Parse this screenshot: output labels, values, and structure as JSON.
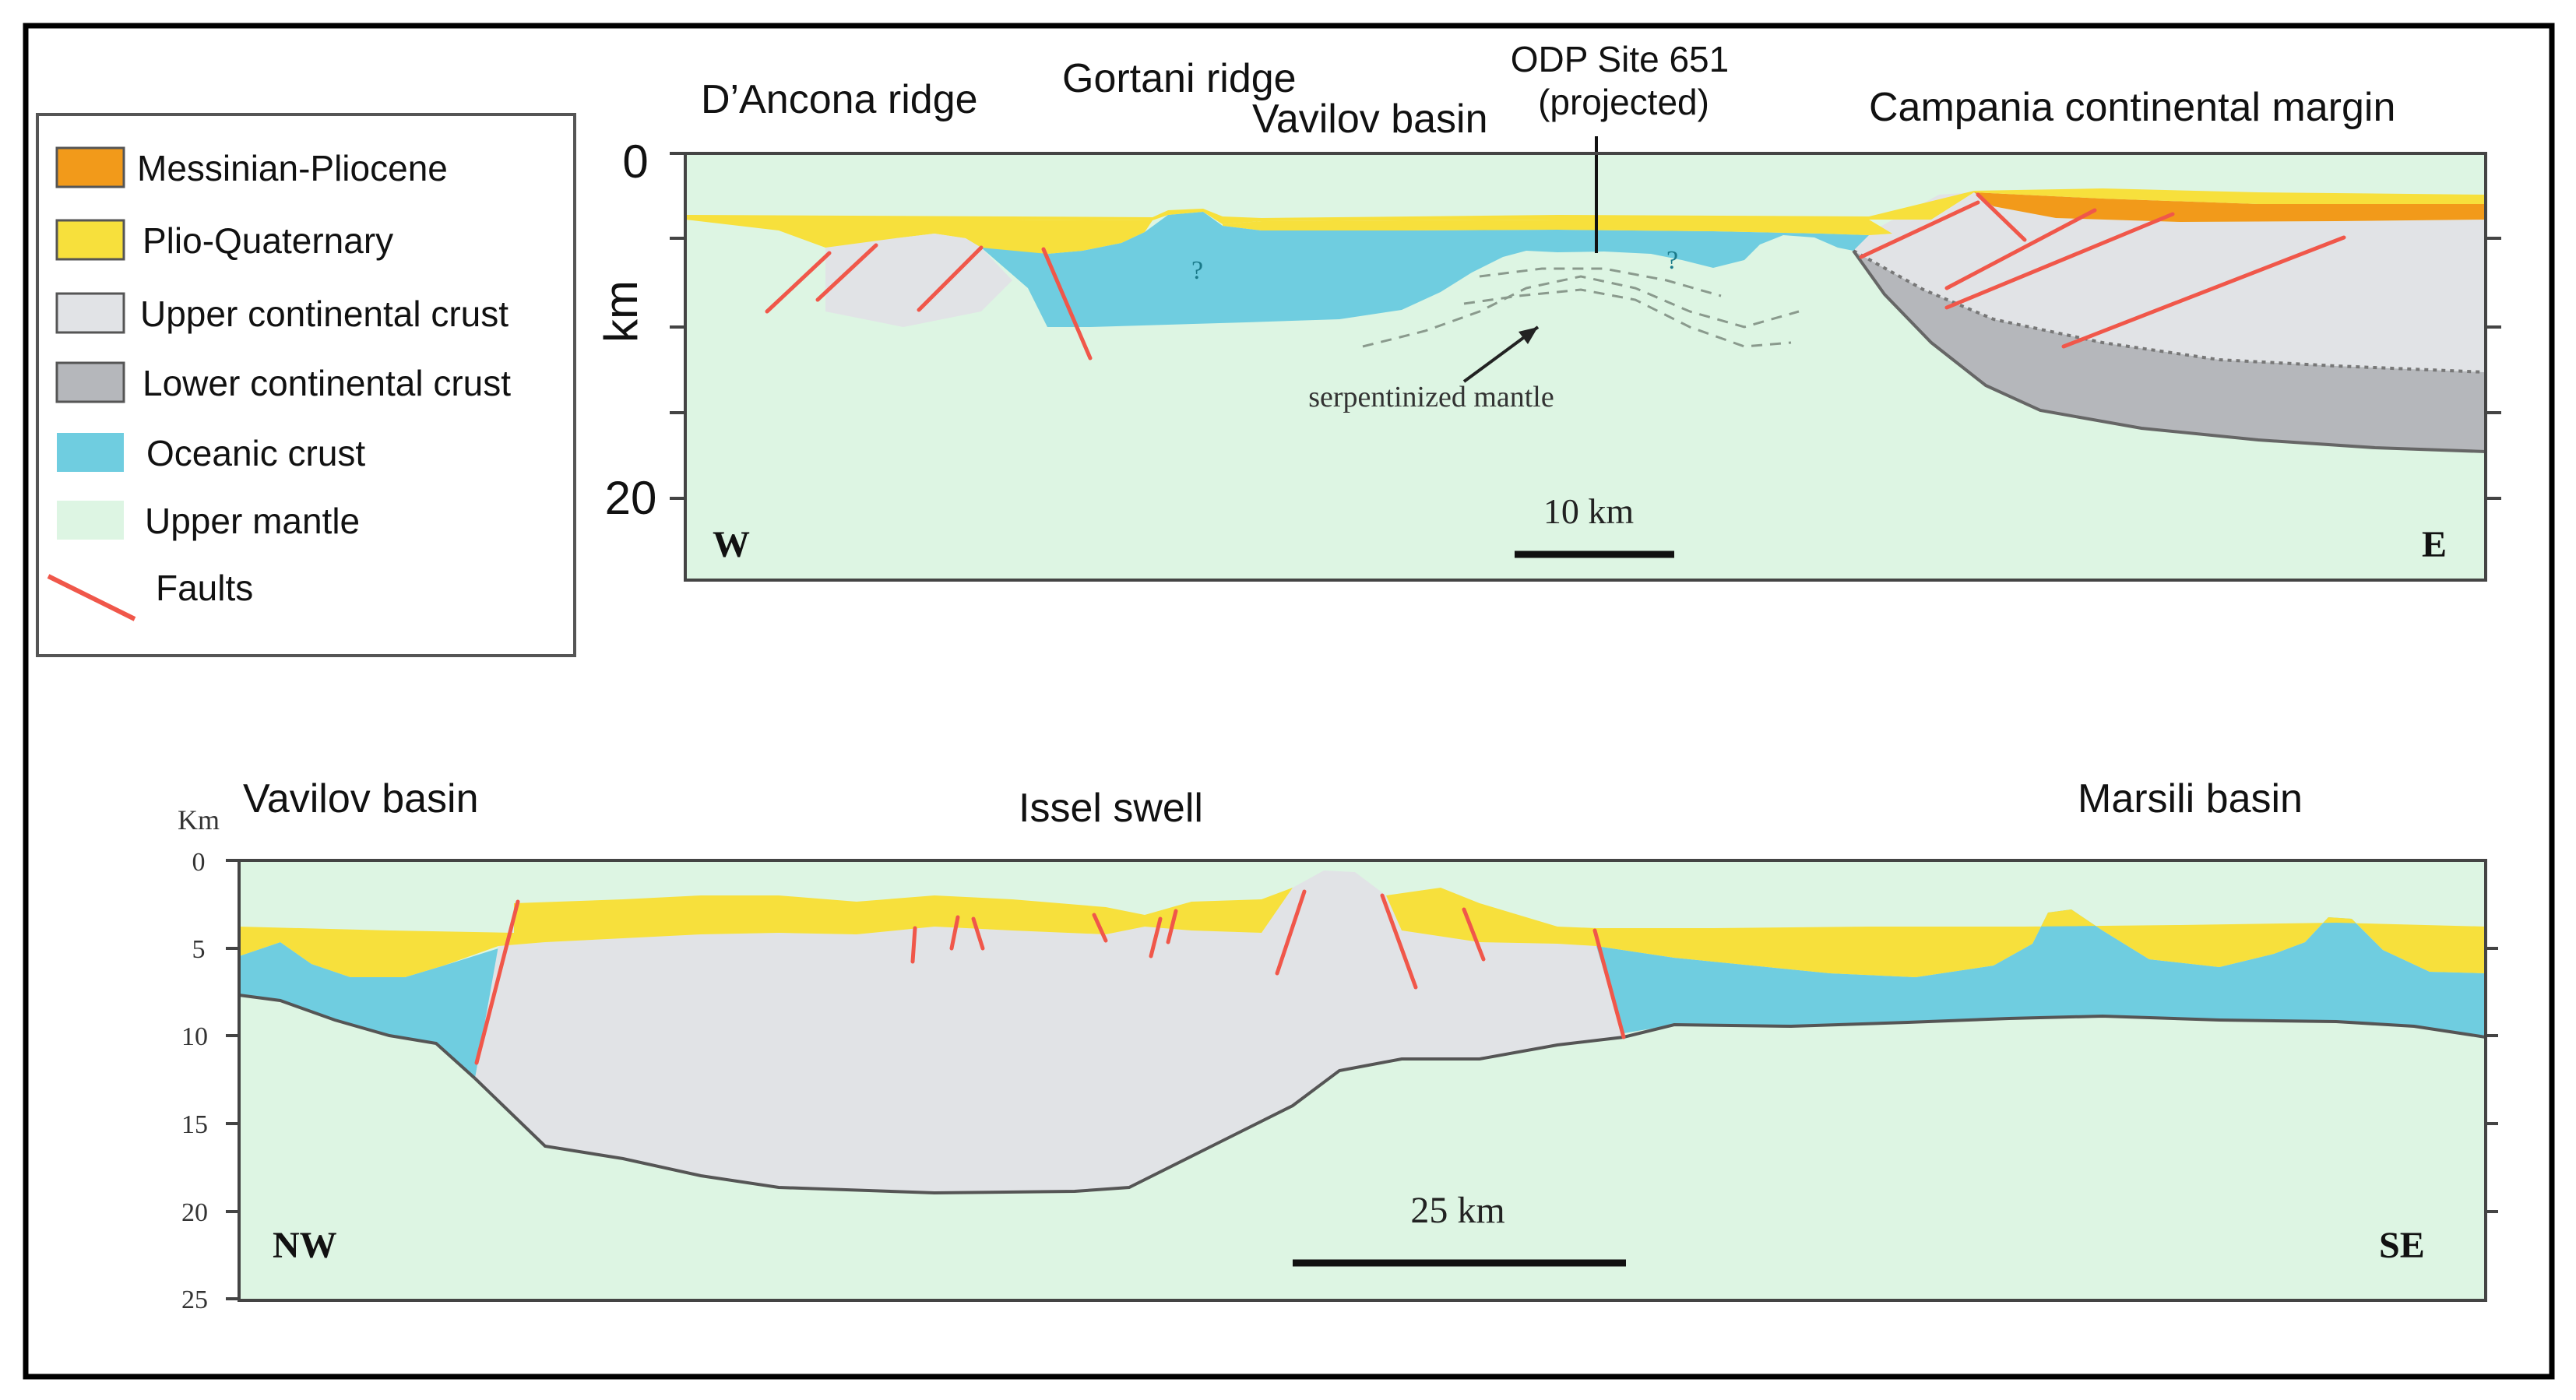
{
  "legend": {
    "items": [
      {
        "label": "Messinian-Pliocene",
        "color": "#f29a1a"
      },
      {
        "label": "Plio-Quaternary",
        "color": "#f7e03c"
      },
      {
        "label": "Upper continental crust",
        "color": "#e1e3e6"
      },
      {
        "label": "Lower continental crust",
        "color": "#b5b7bb"
      },
      {
        "label": "Oceanic crust",
        "color": "#6fcde0"
      },
      {
        "label": "Upper mantle",
        "color": "#ddf5e3"
      }
    ],
    "faults_label": "Faults",
    "faults_color": "#f0574a"
  },
  "top_section": {
    "titles": {
      "dancona": "D’Ancona ridge",
      "gortani": "Gortani ridge",
      "vavilov": "Vavilov basin",
      "odp_line1": "ODP Site 651",
      "odp_line2": "(projected)",
      "campania": "Campania continental margin"
    },
    "axis_label": "km",
    "ticks": [
      "0",
      "20"
    ],
    "west": "W",
    "east": "E",
    "scale_label": "10 km",
    "serpentinized": "serpentinized mantle",
    "question_mark": "?"
  },
  "bottom_section": {
    "titles": {
      "vavilov": "Vavilov basin",
      "issel": "Issel swell",
      "marsili": "Marsili basin"
    },
    "axis_label": "Km",
    "ticks": [
      "0",
      "5",
      "10",
      "15",
      "20",
      "25"
    ],
    "northwest": "NW",
    "southeast": "SE",
    "scale_label": "25 km"
  }
}
